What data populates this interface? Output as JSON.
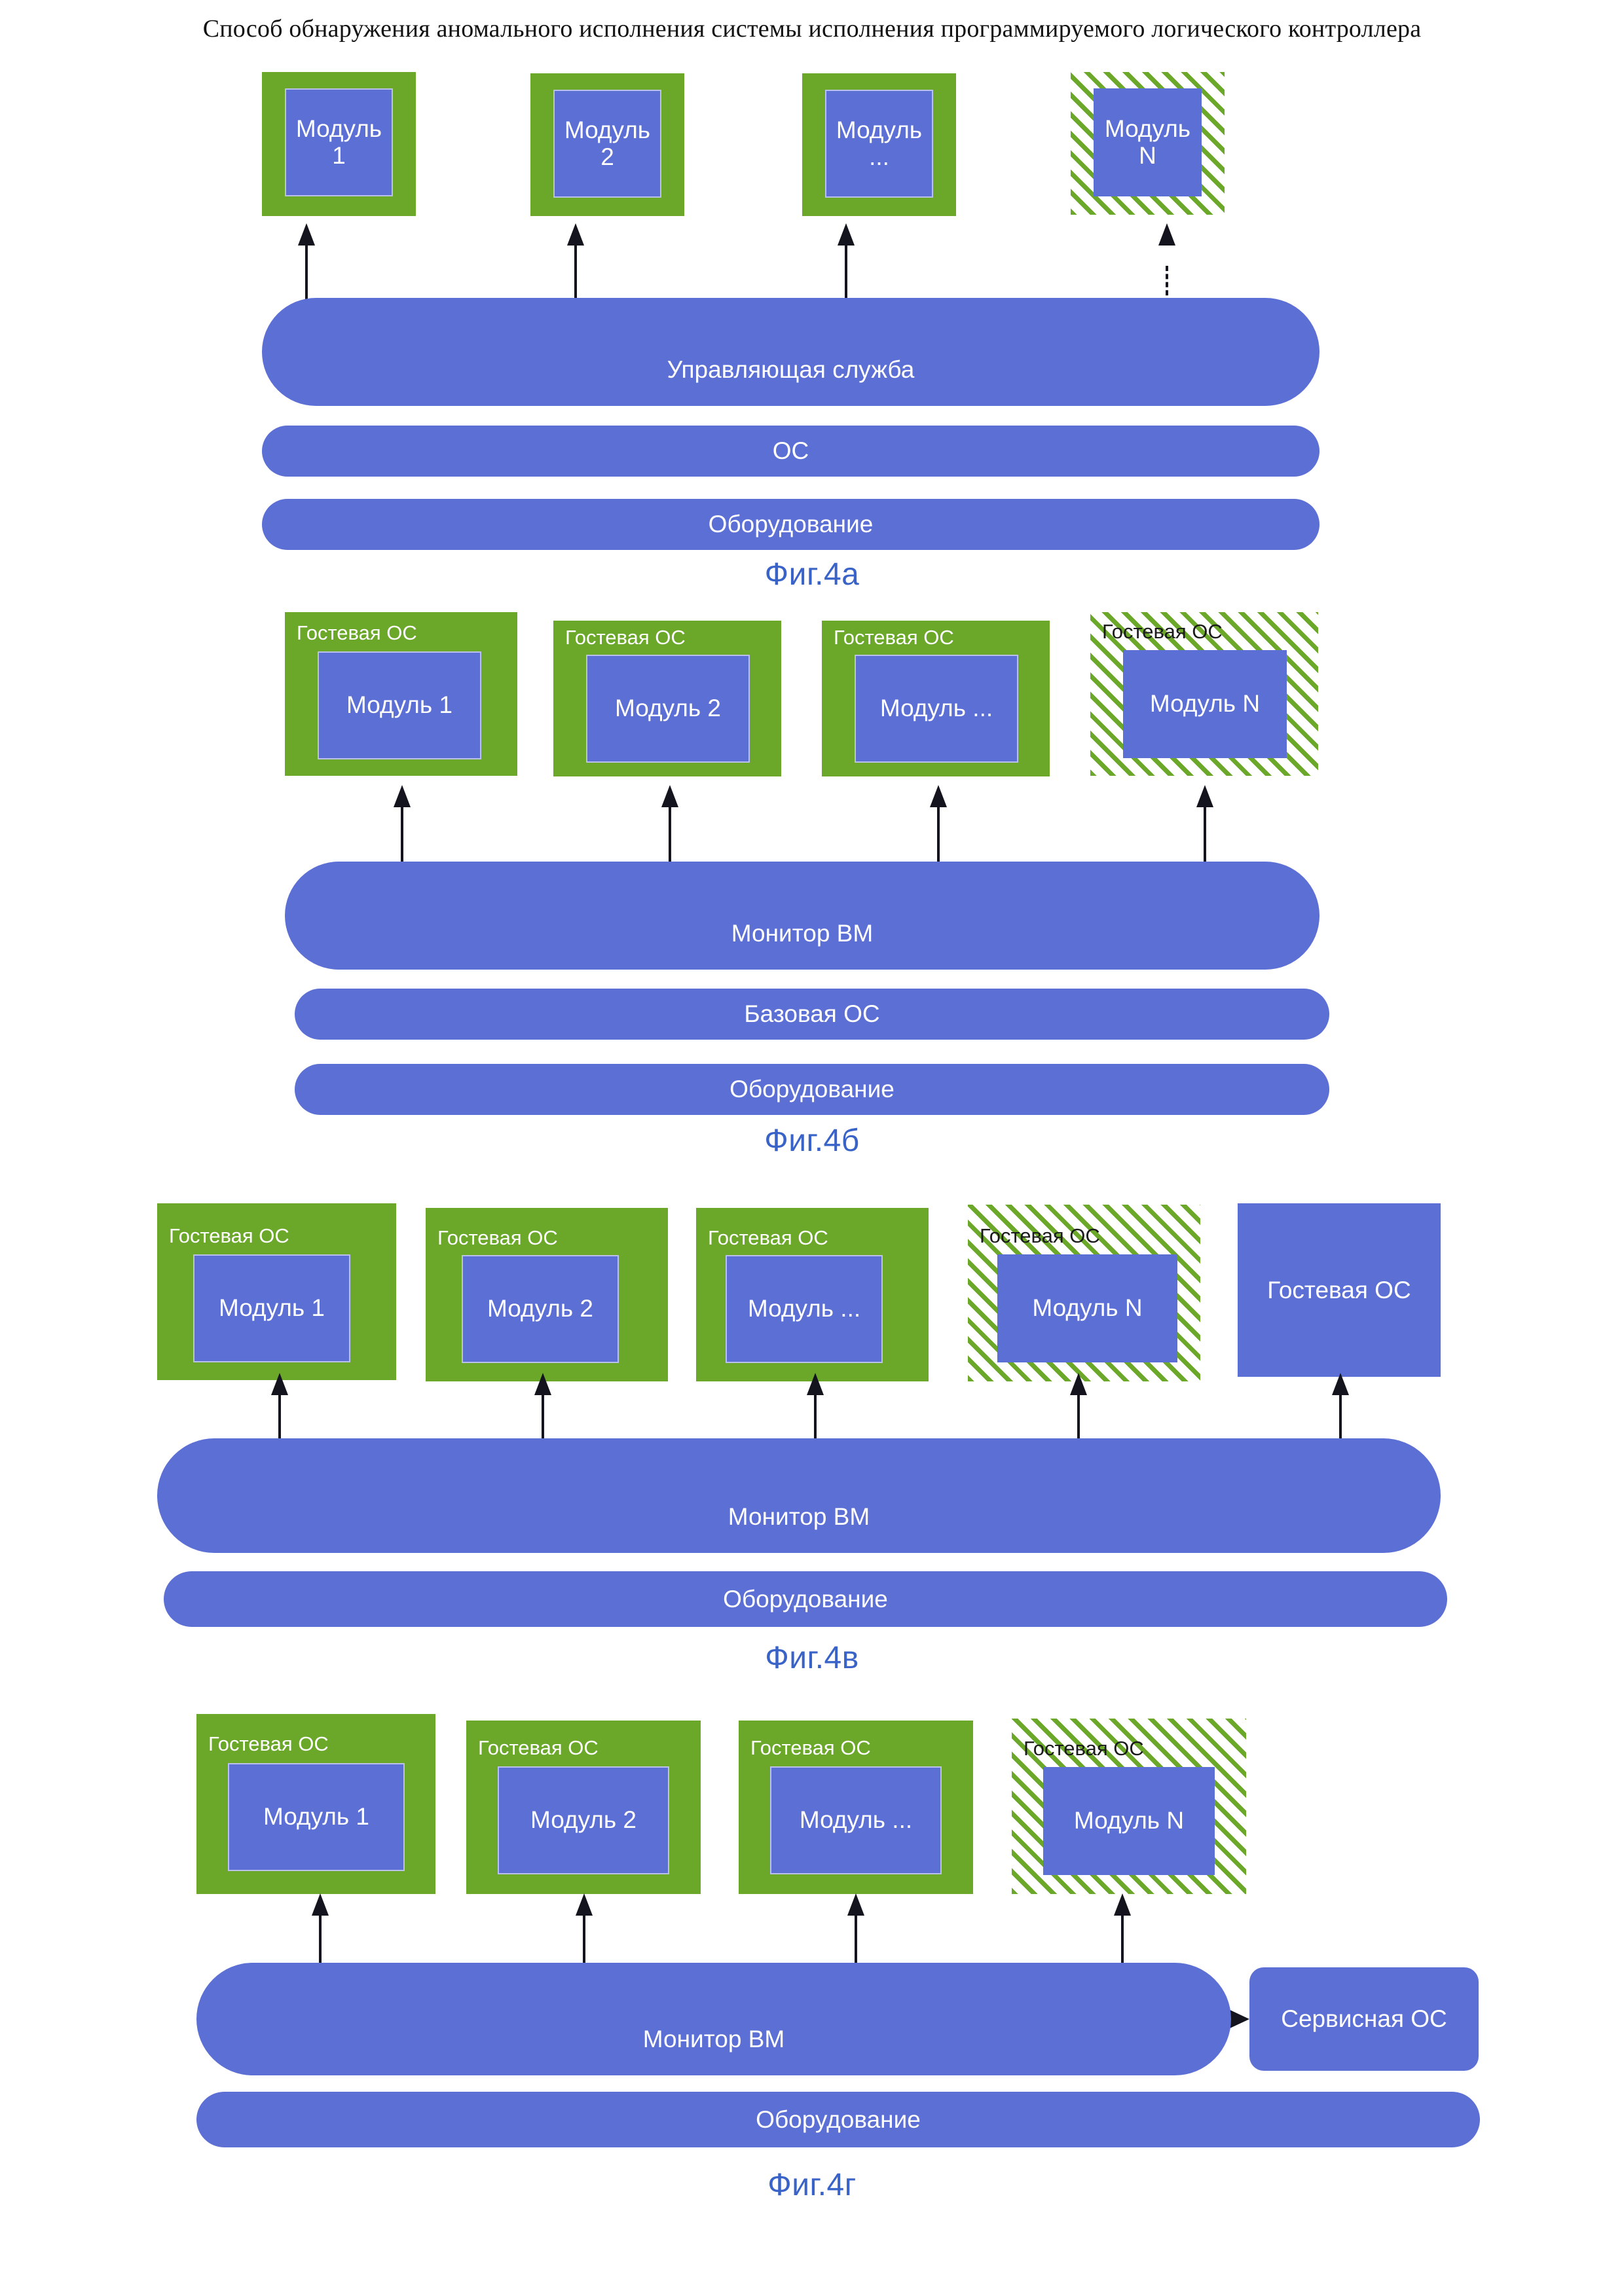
{
  "page": {
    "title": "Способ обнаружения аномального исполнения системы исполнения программируемого логического контроллера"
  },
  "colors": {
    "green": "#6ba82a",
    "blue": "#5c6fd4",
    "caption_blue": "#3a63c8",
    "line": "#14141e",
    "module_border": "#b9c0ea"
  },
  "labels": {
    "guest_os": "Гостевая ОС",
    "module_1": "Модуль 1",
    "module_2": "Модуль 2",
    "module_dots": "Модуль ...",
    "module_n": "Модуль N",
    "control_service": "Управляющая служба",
    "os": "ОС",
    "hardware": "Оборудование",
    "vm_monitor": "Монитор ВМ",
    "base_os": "Базовая ОС",
    "service_os": "Сервисная ОС"
  },
  "figures": [
    {
      "id": "fig-4a",
      "caption": "Фиг.4а",
      "modules": [
        {
          "label": "Модуль 1",
          "container": "solid-green",
          "arrow": "solid"
        },
        {
          "label": "Модуль 2",
          "container": "solid-green",
          "arrow": "solid"
        },
        {
          "label": "Модуль ...",
          "container": "solid-green",
          "arrow": "solid"
        },
        {
          "label": "Модуль N",
          "container": "hatched-green",
          "arrow": "dashed"
        }
      ],
      "layers": [
        {
          "label": "Управляющая служба"
        },
        {
          "label": "ОС"
        },
        {
          "label": "Оборудование"
        }
      ]
    },
    {
      "id": "fig-4b",
      "caption": "Фиг.4б",
      "modules": [
        {
          "label": "Модуль 1",
          "os_label": "Гостевая ОС",
          "container": "solid-green",
          "arrow": "solid"
        },
        {
          "label": "Модуль 2",
          "os_label": "Гостевая ОС",
          "container": "solid-green",
          "arrow": "solid"
        },
        {
          "label": "Модуль ...",
          "os_label": "Гостевая ОС",
          "container": "solid-green",
          "arrow": "solid"
        },
        {
          "label": "Модуль N",
          "os_label": "Гостевая ОС",
          "container": "hatched-green",
          "arrow": "solid"
        }
      ],
      "layers": [
        {
          "label": "Монитор ВМ"
        },
        {
          "label": "Базовая ОС"
        },
        {
          "label": "Оборудование"
        }
      ]
    },
    {
      "id": "fig-4v",
      "caption": "Фиг.4в",
      "modules": [
        {
          "label": "Модуль 1",
          "os_label": "Гостевая ОС",
          "container": "solid-green",
          "arrow": "solid"
        },
        {
          "label": "Модуль 2",
          "os_label": "Гостевая ОС",
          "container": "solid-green",
          "arrow": "solid"
        },
        {
          "label": "Модуль ...",
          "os_label": "Гостевая ОС",
          "container": "solid-green",
          "arrow": "solid"
        },
        {
          "label": "Модуль N",
          "os_label": "Гостевая ОС",
          "container": "hatched-green",
          "arrow": "solid"
        },
        {
          "label": "Гостевая ОС",
          "container": "plain-blue",
          "arrow": "solid"
        }
      ],
      "layers": [
        {
          "label": "Монитор ВМ"
        },
        {
          "label": "Оборудование"
        }
      ]
    },
    {
      "id": "fig-4g",
      "caption": "Фиг.4г",
      "modules": [
        {
          "label": "Модуль 1",
          "os_label": "Гостевая ОС",
          "container": "solid-green",
          "arrow": "solid"
        },
        {
          "label": "Модуль 2",
          "os_label": "Гостевая ОС",
          "container": "solid-green",
          "arrow": "solid"
        },
        {
          "label": "Модуль ...",
          "os_label": "Гостевая ОС",
          "container": "solid-green",
          "arrow": "solid"
        },
        {
          "label": "Модуль N",
          "os_label": "Гостевая ОС",
          "container": "hatched-green",
          "arrow": "solid"
        }
      ],
      "side_box": {
        "label": "Сервисная ОС"
      },
      "layers": [
        {
          "label": "Монитор ВМ"
        },
        {
          "label": "Оборудование"
        }
      ]
    }
  ]
}
